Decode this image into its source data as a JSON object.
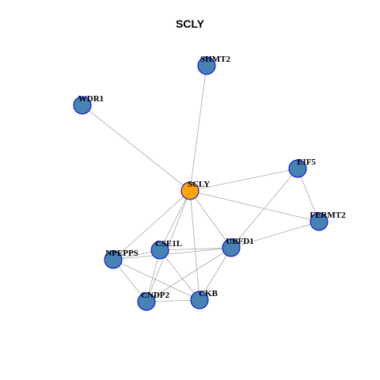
{
  "title": "SCLY",
  "colors": {
    "hub": "#FFA500",
    "node": "#4682B4",
    "node_border": "#0000CD",
    "edge": "#A9A9A9"
  },
  "nodes": [
    {
      "id": "SCLY",
      "label": "SCLY",
      "role": "hub"
    },
    {
      "id": "SHMT2",
      "label": "SHMT2",
      "role": "neighbor"
    },
    {
      "id": "WDR1",
      "label": "WDR1",
      "role": "neighbor"
    },
    {
      "id": "EIF5",
      "label": "EIF5",
      "role": "neighbor"
    },
    {
      "id": "FERMT2",
      "label": "FERMT2",
      "role": "neighbor"
    },
    {
      "id": "UBFD1",
      "label": "UBFD1",
      "role": "neighbor"
    },
    {
      "id": "CSE1L",
      "label": "CSE1L",
      "role": "neighbor"
    },
    {
      "id": "NPEPPS",
      "label": "NPEPPS",
      "role": "neighbor"
    },
    {
      "id": "CNDP2",
      "label": "CNDP2",
      "role": "neighbor"
    },
    {
      "id": "CKB",
      "label": "CKB",
      "role": "neighbor"
    }
  ],
  "edges": [
    [
      "SCLY",
      "SHMT2"
    ],
    [
      "SCLY",
      "WDR1"
    ],
    [
      "SCLY",
      "EIF5"
    ],
    [
      "SCLY",
      "FERMT2"
    ],
    [
      "SCLY",
      "UBFD1"
    ],
    [
      "SCLY",
      "CSE1L"
    ],
    [
      "SCLY",
      "NPEPPS"
    ],
    [
      "SCLY",
      "CNDP2"
    ],
    [
      "SCLY",
      "CKB"
    ],
    [
      "EIF5",
      "FERMT2"
    ],
    [
      "EIF5",
      "UBFD1"
    ],
    [
      "FERMT2",
      "UBFD1"
    ],
    [
      "UBFD1",
      "CSE1L"
    ],
    [
      "UBFD1",
      "NPEPPS"
    ],
    [
      "UBFD1",
      "CNDP2"
    ],
    [
      "UBFD1",
      "CKB"
    ],
    [
      "CSE1L",
      "NPEPPS"
    ],
    [
      "CSE1L",
      "CNDP2"
    ],
    [
      "CSE1L",
      "CKB"
    ],
    [
      "NPEPPS",
      "CNDP2"
    ],
    [
      "NPEPPS",
      "CKB"
    ],
    [
      "CNDP2",
      "CKB"
    ]
  ]
}
